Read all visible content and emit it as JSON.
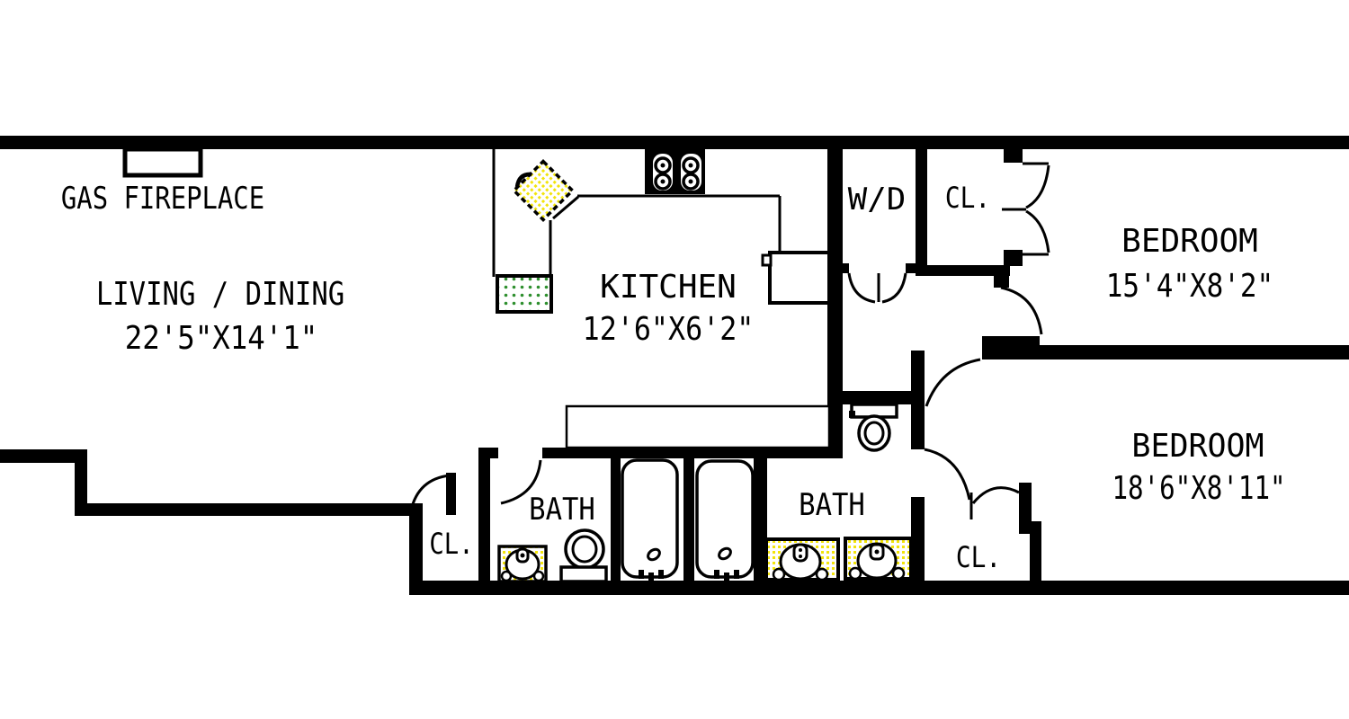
{
  "title": "Apartment floor plan",
  "colors": {
    "wall": "#000000",
    "background": "#ffffff",
    "fixture_yellow_dots": "#f2e40a",
    "fixture_green_dots": "#2d8f2d"
  },
  "labels": {
    "fireplace": "GAS FIREPLACE",
    "living": {
      "name": "LIVING / DINING",
      "dims": "22'5\"X14'1\""
    },
    "kitchen": {
      "name": "KITCHEN",
      "dims": "12'6\"X6'2\""
    },
    "laundry": {
      "name": "W/D"
    },
    "closet_bedroom1": {
      "name": "CL."
    },
    "bedroom1": {
      "name": "BEDROOM",
      "dims": "15'4\"X8'2\""
    },
    "bath1": {
      "name": "BATH"
    },
    "bath2": {
      "name": "BATH"
    },
    "closet_hall": {
      "name": "CL."
    },
    "closet_bedroom2": {
      "name": "CL."
    },
    "bedroom2": {
      "name": "BEDROOM",
      "dims": "18'6\"X8'11\""
    }
  },
  "fixtures": [
    "gas-fireplace",
    "kitchen-sink",
    "range-burners",
    "refrigerator",
    "dishwasher",
    "bathtub-1",
    "bathtub-2",
    "toilet-1",
    "toilet-2",
    "vanity-sink-bath1",
    "vanity-sink-bath2-left",
    "vanity-sink-bath2-right"
  ]
}
